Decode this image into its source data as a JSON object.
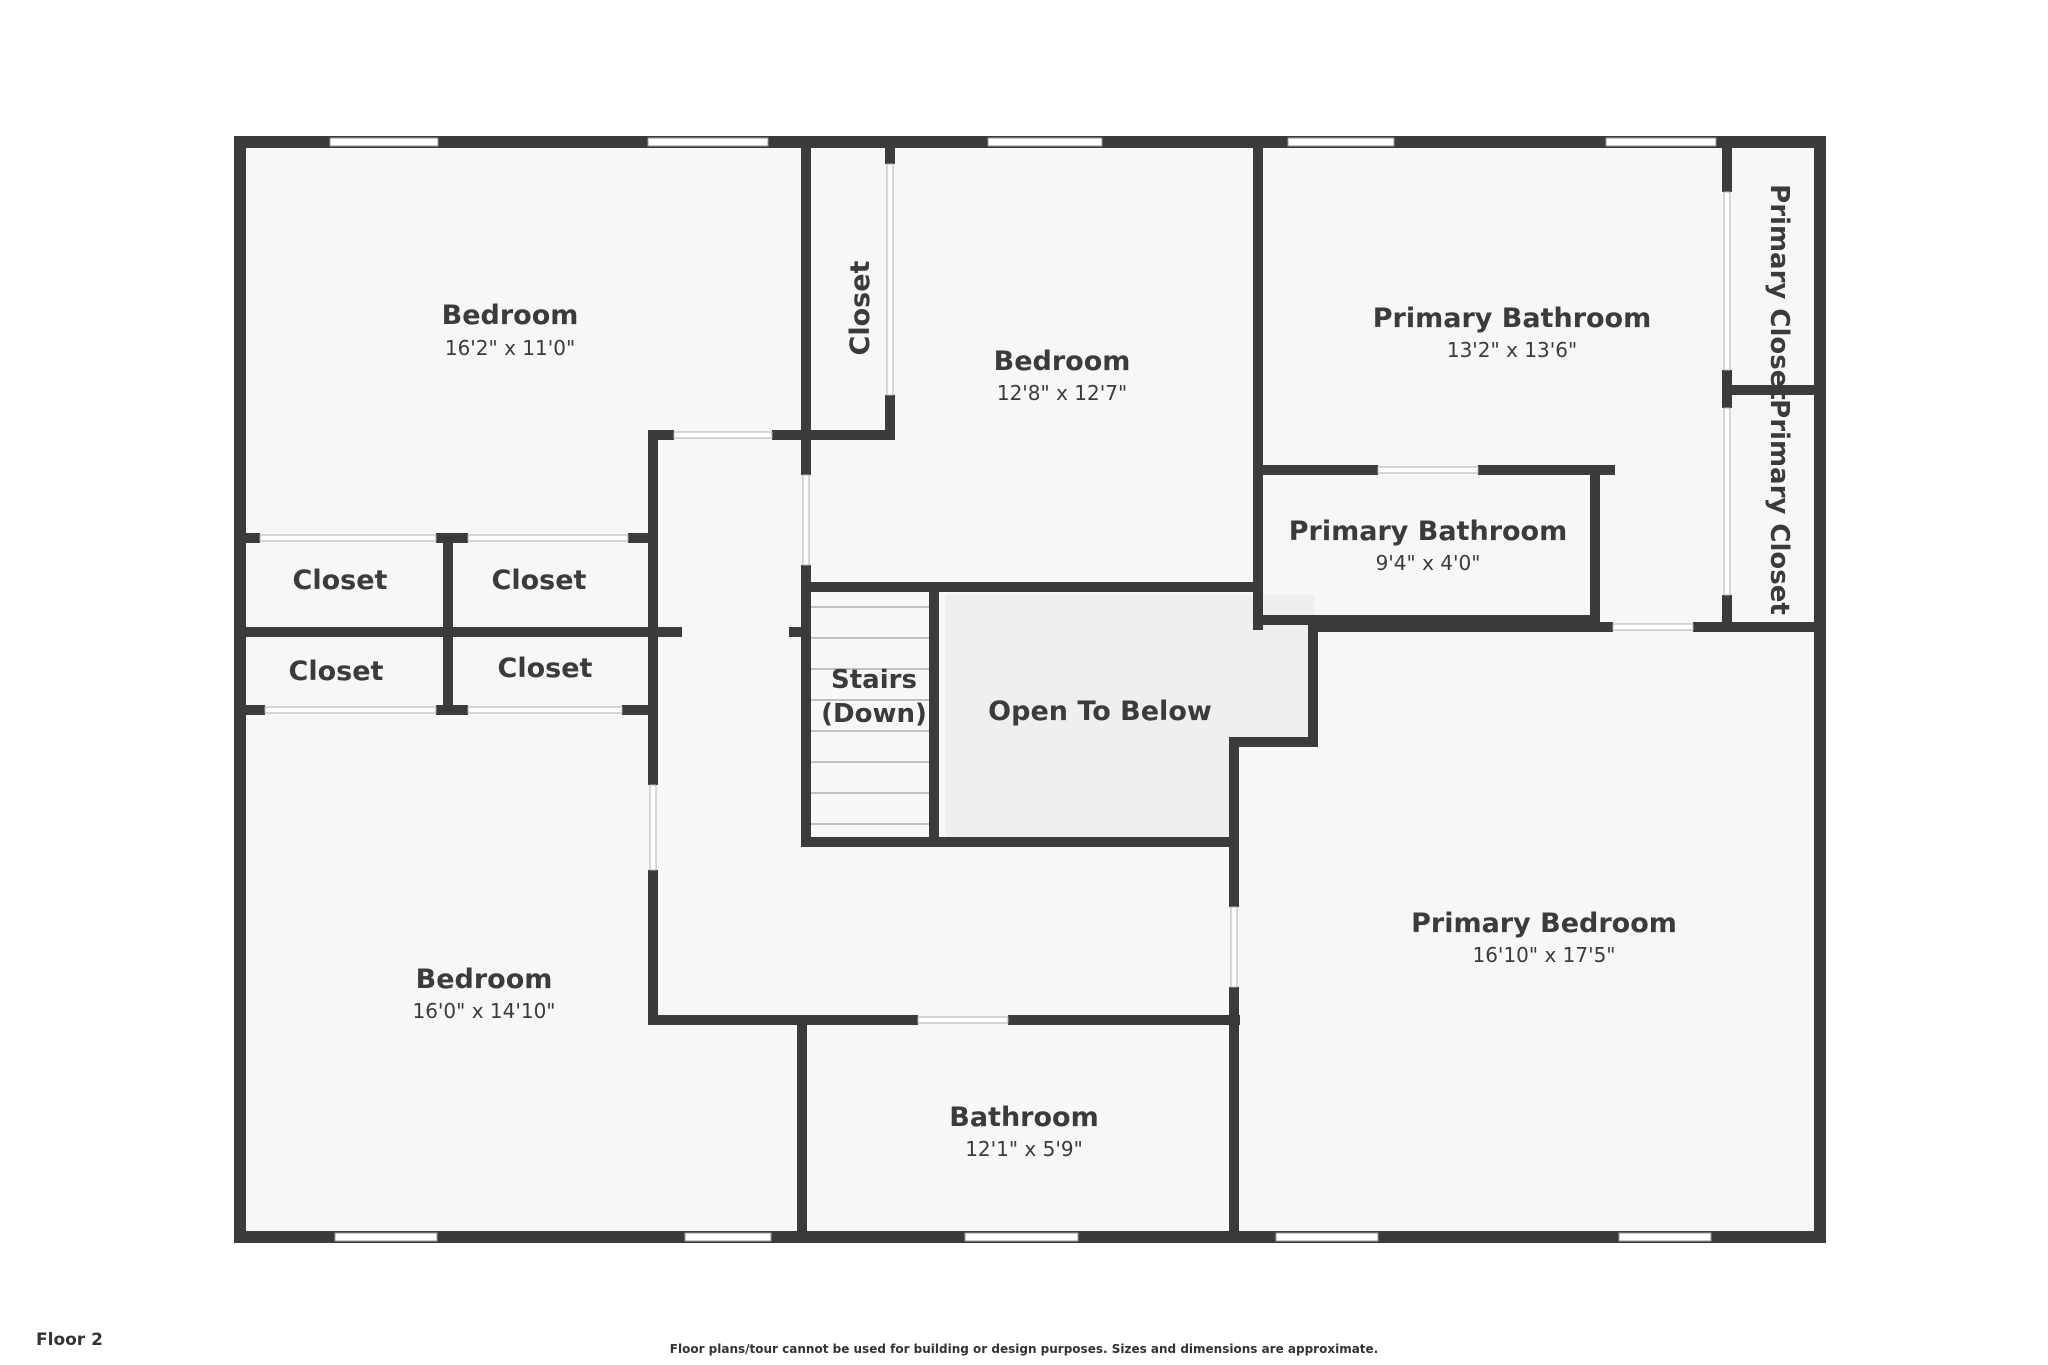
{
  "floor_label": "Floor 2",
  "disclaimer": "Floor plans/tour cannot be used for building or design purposes. Sizes and dimensions are approximate.",
  "colors": {
    "wall": "#3b3b3b",
    "room_fill": "#f7f7f7",
    "open_to_below_fill": "#efefef",
    "window": "#ffffff",
    "text": "#3b3b3b"
  },
  "rooms": {
    "bedroom_nw": {
      "name": "Bedroom",
      "dims": "16'2\" x 11'0\""
    },
    "bedroom_center": {
      "name": "Bedroom",
      "dims": "12'8\" x 12'7\""
    },
    "primary_bath_main": {
      "name": "Primary Bathroom",
      "dims": "13'2\" x 13'6\""
    },
    "primary_bath_small": {
      "name": "Primary Bathroom",
      "dims": "9'4\" x 4'0\""
    },
    "primary_closet_1": {
      "name": "Primary Closet"
    },
    "primary_closet_2": {
      "name": "Primary Closet"
    },
    "closet_center": {
      "name": "Closet"
    },
    "closet_a": {
      "name": "Closet"
    },
    "closet_b": {
      "name": "Closet"
    },
    "closet_c": {
      "name": "Closet"
    },
    "closet_d": {
      "name": "Closet"
    },
    "stairs": {
      "name_line1": "Stairs",
      "name_line2": "(Down)"
    },
    "open_to_below": {
      "name": "Open To Below"
    },
    "primary_bedroom": {
      "name": "Primary Bedroom",
      "dims": "16'10\" x 17'5\""
    },
    "bedroom_sw": {
      "name": "Bedroom",
      "dims": "16'0\" x 14'10\""
    },
    "bathroom": {
      "name": "Bathroom",
      "dims": "12'1\" x 5'9\""
    }
  }
}
